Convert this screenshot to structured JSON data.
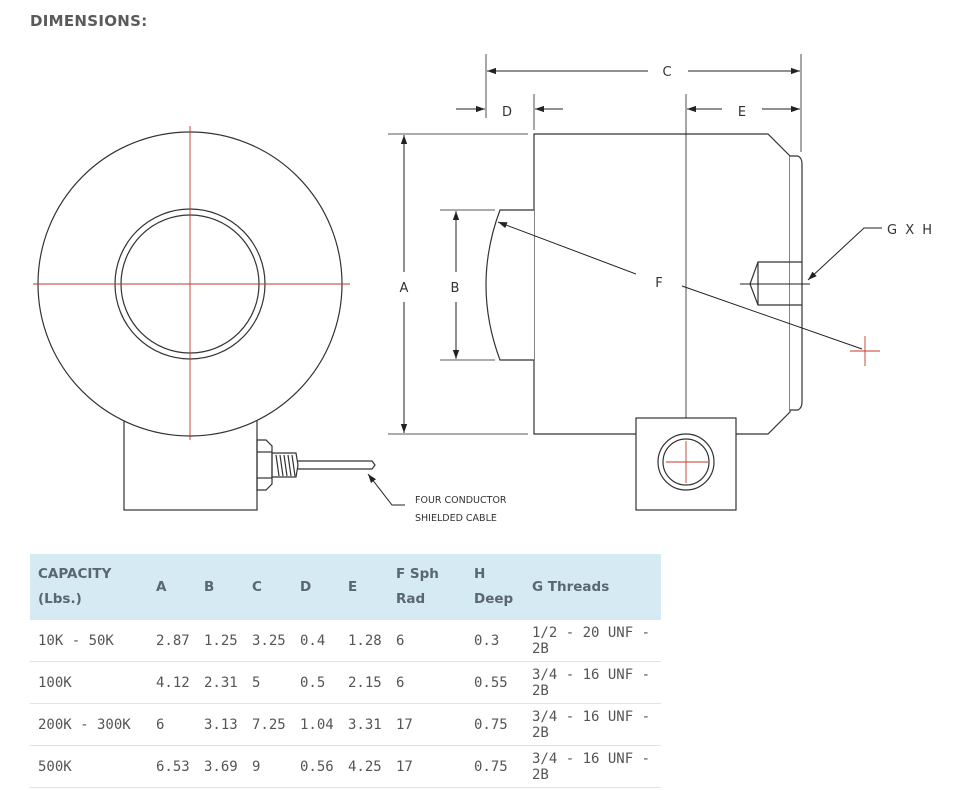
{
  "heading": "DIMENSIONS:",
  "diagram": {
    "dim_labels": {
      "A": "A",
      "B": "B",
      "C": "C",
      "D": "D",
      "E": "E",
      "F": "F",
      "GXH": "G X H"
    },
    "cable_note_line1": "FOUR CONDUCTOR",
    "cable_note_line2": "SHIELDED CABLE"
  },
  "table": {
    "headers": [
      {
        "line1": "CAPACITY",
        "line2": "(Lbs.)"
      },
      {
        "line1": "A",
        "line2": ""
      },
      {
        "line1": "B",
        "line2": ""
      },
      {
        "line1": "C",
        "line2": ""
      },
      {
        "line1": "D",
        "line2": ""
      },
      {
        "line1": "E",
        "line2": ""
      },
      {
        "line1": "F Sph",
        "line2": "Rad"
      },
      {
        "line1": "H",
        "line2": "Deep"
      },
      {
        "line1": "G Threads",
        "line2": ""
      }
    ],
    "rows": [
      [
        "10K - 50K",
        "2.87",
        "1.25",
        "3.25",
        "0.4",
        "1.28",
        "6",
        "0.3",
        "1/2 - 20 UNF - 2B"
      ],
      [
        "100K",
        "4.12",
        "2.31",
        "5",
        "0.5",
        "2.15",
        "6",
        "0.55",
        "3/4 - 16 UNF - 2B"
      ],
      [
        "200K - 300K",
        "6",
        "3.13",
        "7.25",
        "1.04",
        "3.31",
        "17",
        "0.75",
        "3/4 - 16 UNF - 2B"
      ],
      [
        "500K",
        "6.53",
        "3.69",
        "9",
        "0.56",
        "4.25",
        "17",
        "0.75",
        "3/4 - 16 UNF - 2B"
      ]
    ]
  },
  "colors": {
    "header_bg": "#d5eaf3",
    "centerline": "#c0392b",
    "outline": "#333333"
  }
}
